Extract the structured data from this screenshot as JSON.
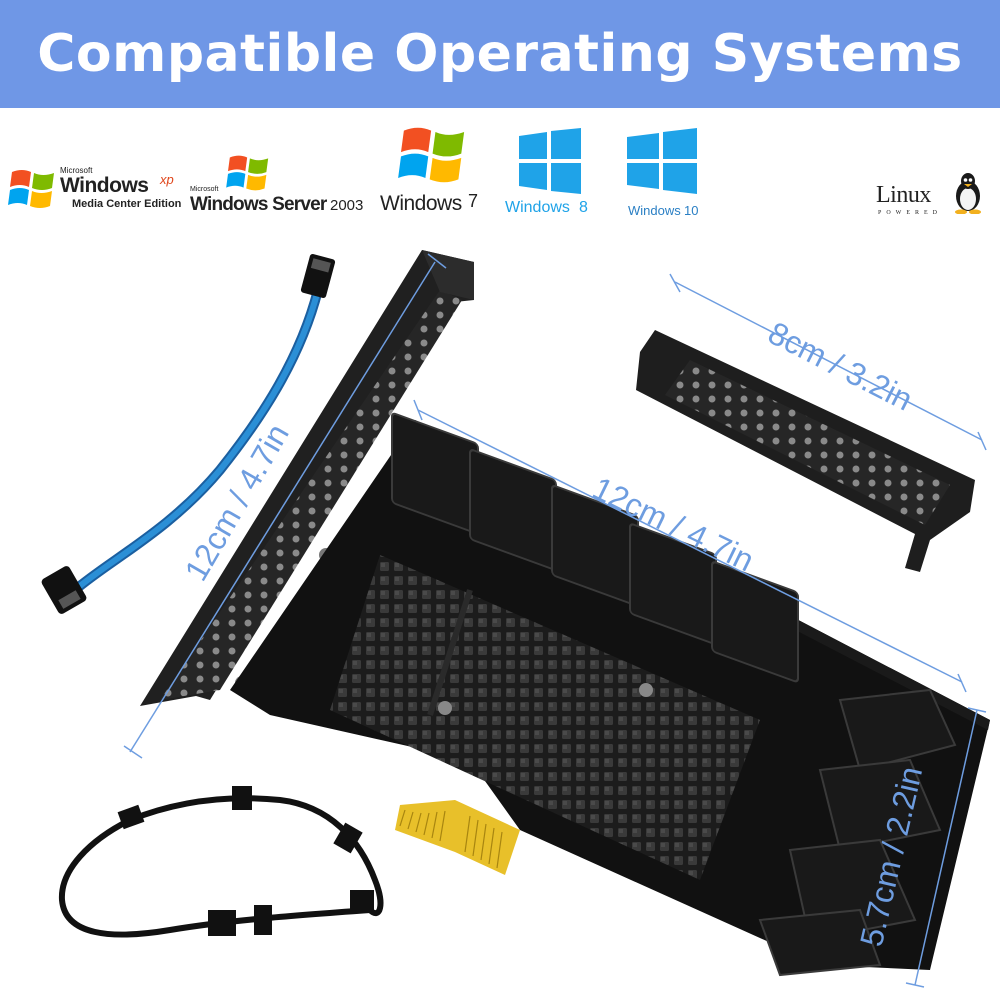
{
  "banner": {
    "title": "Compatible Operating Systems",
    "color": "#6f97e6"
  },
  "os_logos": [
    {
      "brand": "Microsoft",
      "name": "Windows",
      "sup": "xp",
      "sub": "Media Center Edition"
    },
    {
      "brand": "Microsoft",
      "name": "Windows Server",
      "version": "2003"
    },
    {
      "name": "Windows",
      "version": "7"
    },
    {
      "name": "Windows",
      "version": "8"
    },
    {
      "name": "Windows",
      "version": "10"
    },
    {
      "name": "Linux",
      "sub": "POWERED"
    }
  ],
  "dimensions": {
    "card_height": "12cm / 4.7in",
    "card_length": "12cm / 4.7in",
    "bracket_width": "8cm / 3.2in",
    "card_depth": "5.7cm / 2.2in"
  },
  "colors": {
    "dimension": "#6e9de0",
    "win_blue": "#1fa3e8",
    "cable_blue": "#2b8fd6"
  }
}
